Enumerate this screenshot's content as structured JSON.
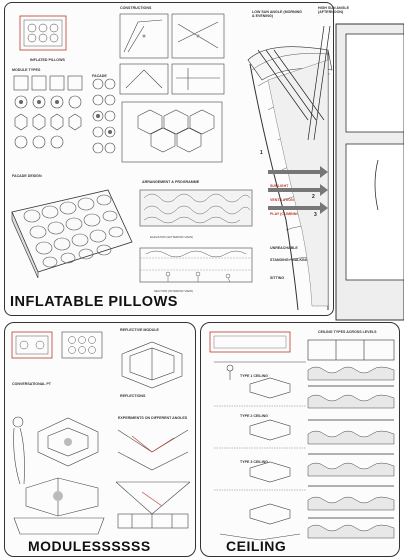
{
  "sheet": {
    "panel1": {
      "title": "INFLATABLE PILLOWS",
      "labels": {
        "inflated_pillows": "INFLATED PILLOWS",
        "module_types": "MODULE TYPES",
        "facade": "FACADE",
        "constructions": "CONSTRUCTIONS",
        "facade_design": "FACADE DESIGN",
        "arrangement": "ARRANGEMENT & PROGRAMME",
        "elevation": "ELEVATION (EXTERIOR VIEW)",
        "section": "SECTION (INTERIOR VIEW)",
        "low_sun": "LOW SUN ANGLE (MORNING & EVENING)",
        "high_sun": "HIGH SUN ANGLE (AFTERNOON)",
        "sunlight": "SUNLIGHT",
        "ventilation": "VENTILATION",
        "play": "PLAY (CLIMBING)",
        "unreachable": "UNREACHABLE",
        "standing": "STANDING / WALKING",
        "sitting": "SITTING"
      }
    },
    "panel2": {
      "title": "MODULESSSSSS",
      "labels": {
        "reflective": "REFLECTIVE MODULE",
        "conversational": "CONVERSATIONAL PT",
        "reflecting": "REFLECTIONS",
        "experiments": "EXPERIMENTS ON DIFFERENT ANGLES"
      }
    },
    "panel3": {
      "title": "CEILING",
      "labels": {
        "ceiling_types": "CEILING TYPES ACROSS LEVELS",
        "type1": "TYPE 1 CEILING",
        "type2": "TYPE 2 CEILING",
        "type3": "TYPE 3 CEILING"
      }
    }
  }
}
